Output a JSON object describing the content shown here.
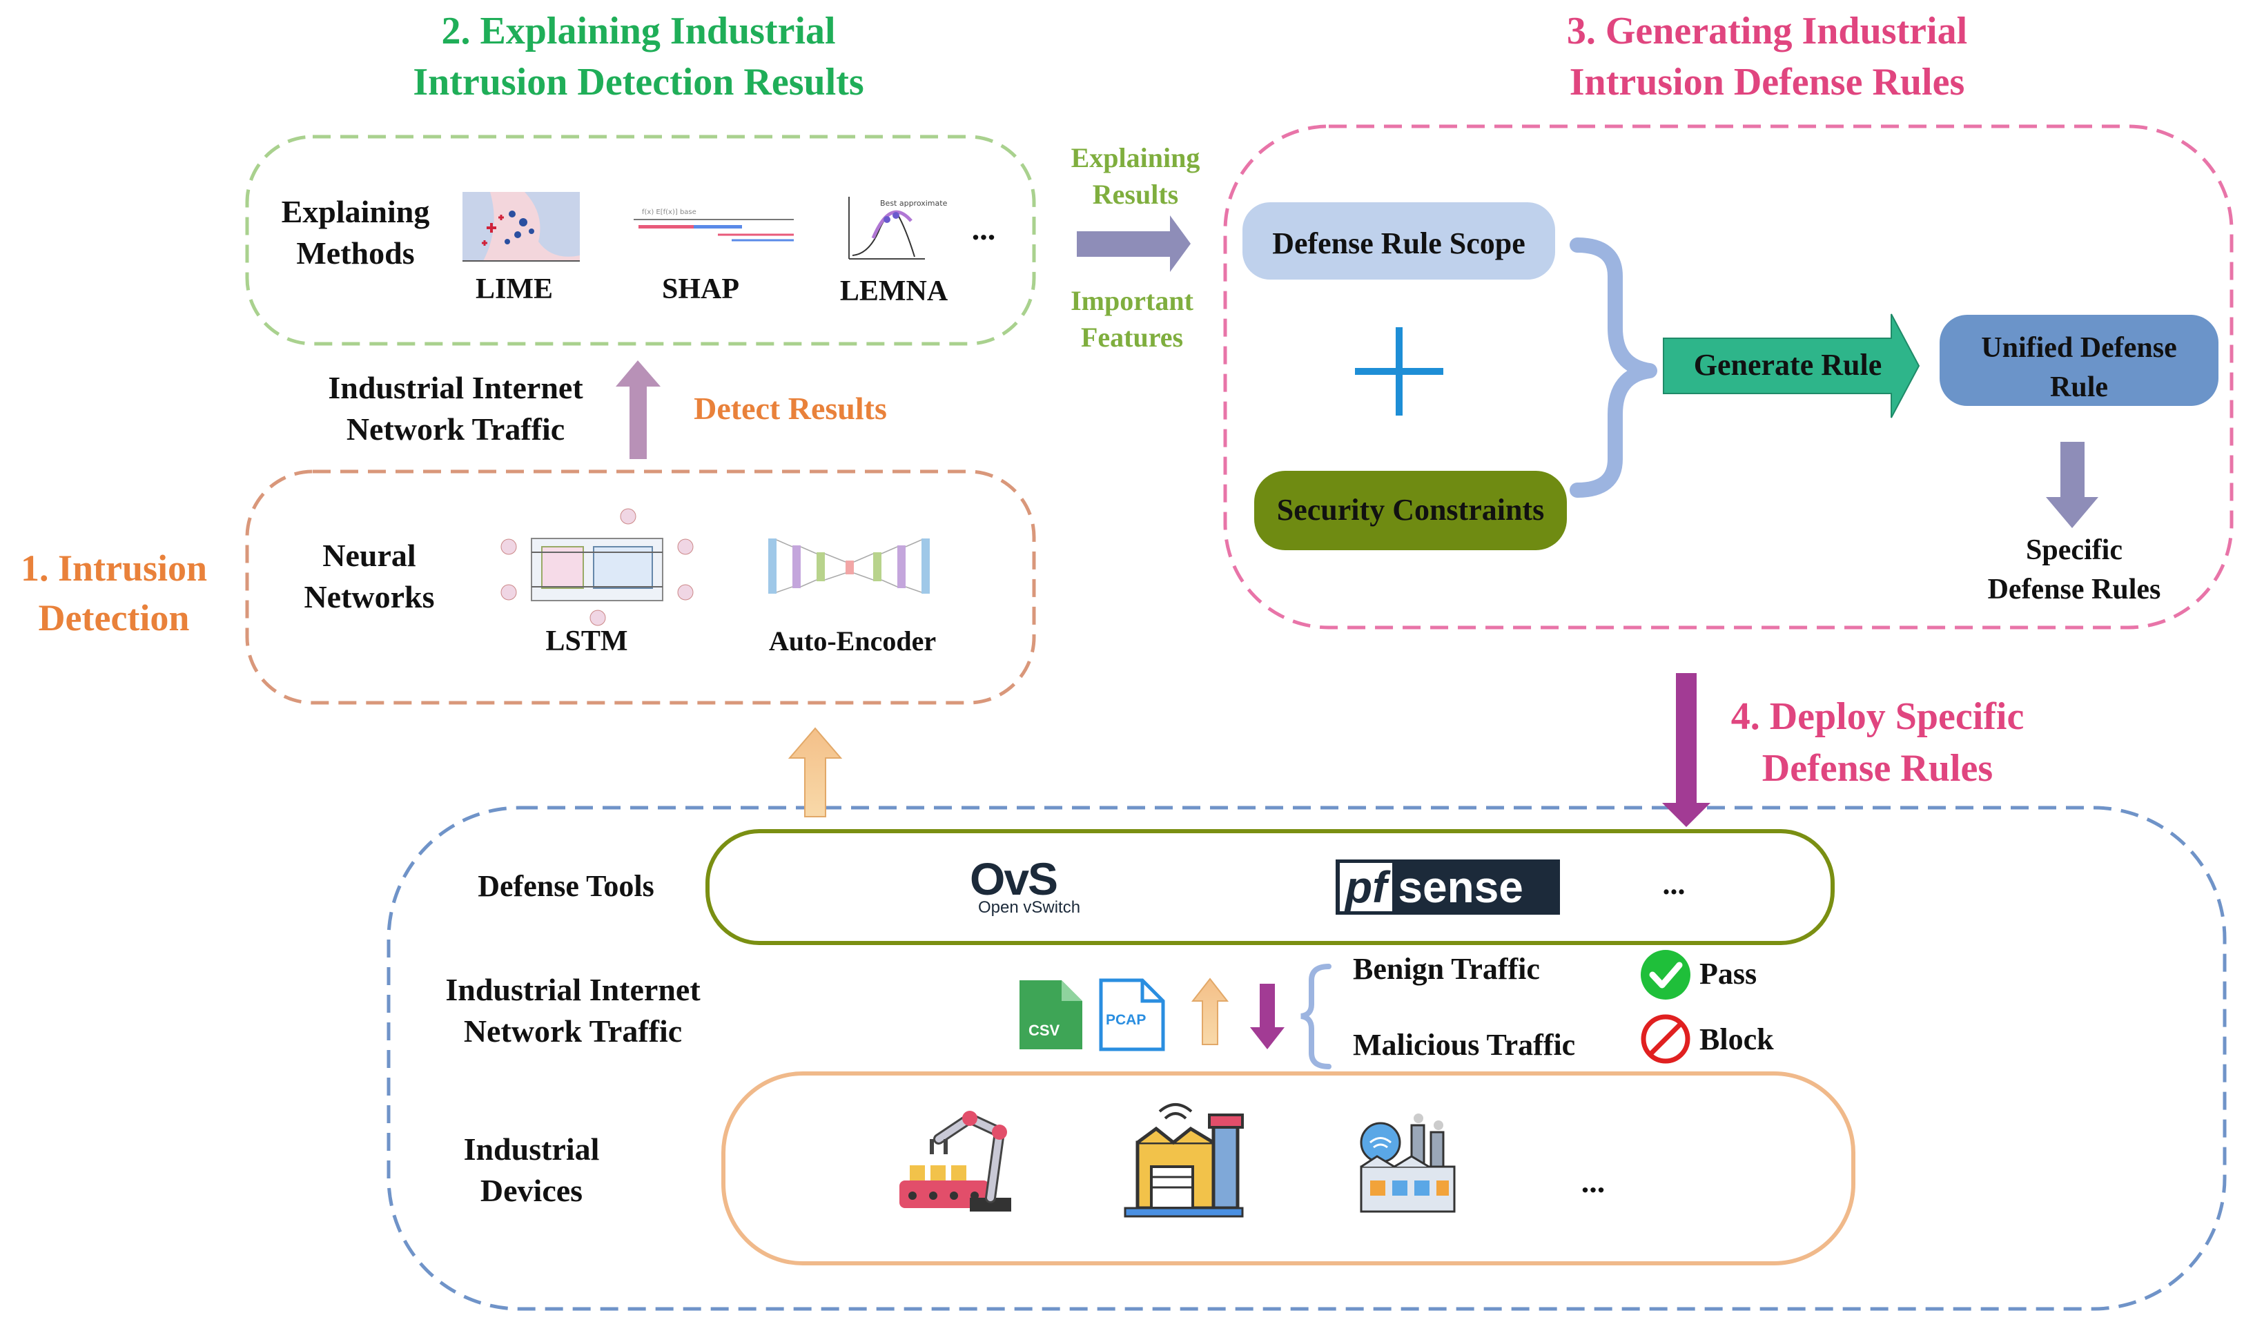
{
  "sections": {
    "s1_line1": "1. Intrusion",
    "s1_line2": "Detection",
    "s2_line1": "2. Explaining Industrial",
    "s2_line2": "Intrusion Detection Results",
    "s3_line1": "3. Generating Industrial",
    "s3_line2": "Intrusion Defense Rules",
    "s4_line1": "4. Deploy Specific",
    "s4_line2": "Defense Rules"
  },
  "explain": {
    "methods_line1": "Explaining",
    "methods_line2": "Methods",
    "lime": "LIME",
    "shap": "SHAP",
    "lemna": "LEMNA",
    "more": "..."
  },
  "detection": {
    "traffic_line1": "Industrial Internet",
    "traffic_line2": "Network Traffic",
    "detect_results": "Detect Results",
    "nn_line1": "Neural",
    "nn_line2": "Networks",
    "lstm": "LSTM",
    "autoencoder": "Auto-Encoder"
  },
  "flow": {
    "explaining_results_line1": "Explaining",
    "explaining_results_line2": "Results",
    "important_features_line1": "Important",
    "important_features_line2": "Features"
  },
  "rules": {
    "scope": "Defense Rule Scope",
    "constraints": "Security Constraints",
    "generate": "Generate Rule",
    "unified_line1": "Unified Defense",
    "unified_line2": "Rule",
    "specific_line1": "Specific",
    "specific_line2": "Defense Rules"
  },
  "deploy": {
    "tools_label": "Defense Tools",
    "ovs": "OvS",
    "ovs_sub": "Open vSwitch",
    "pf": "pf",
    "sense": "sense",
    "tools_more": "...",
    "traffic_line1": "Industrial Internet",
    "traffic_line2": "Network Traffic",
    "csv": "CSV",
    "pcap": "PCAP",
    "benign": "Benign Traffic",
    "malicious": "Malicious Traffic",
    "pass": "Pass",
    "block": "Block",
    "devices_line1": "Industrial",
    "devices_line2": "Devices",
    "devices_more": "..."
  },
  "colors": {
    "green": "#1fae58",
    "pink": "#e0457f",
    "orange": "#e9813a",
    "blue_dash": "#6f93c8",
    "scope_fill": "#bfd1ec",
    "constraints_fill": "#6f8b12",
    "generate_fill": "#2eb58a",
    "unified_fill": "#6b94c9",
    "purple_arrow": "#8e8db8",
    "magenta_arrow": "#a23b94",
    "peach_arrow": "#f6cf95"
  },
  "icons": [
    "lime-plot-icon",
    "shap-plot-icon",
    "lemna-plot-icon",
    "lstm-diagram-icon",
    "autoencoder-diagram-icon",
    "ovs-logo",
    "pfsense-logo",
    "csv-file-icon",
    "pcap-file-icon",
    "pass-check-icon",
    "block-icon",
    "robot-arm-icon",
    "factory-icon",
    "smart-factory-icon"
  ]
}
